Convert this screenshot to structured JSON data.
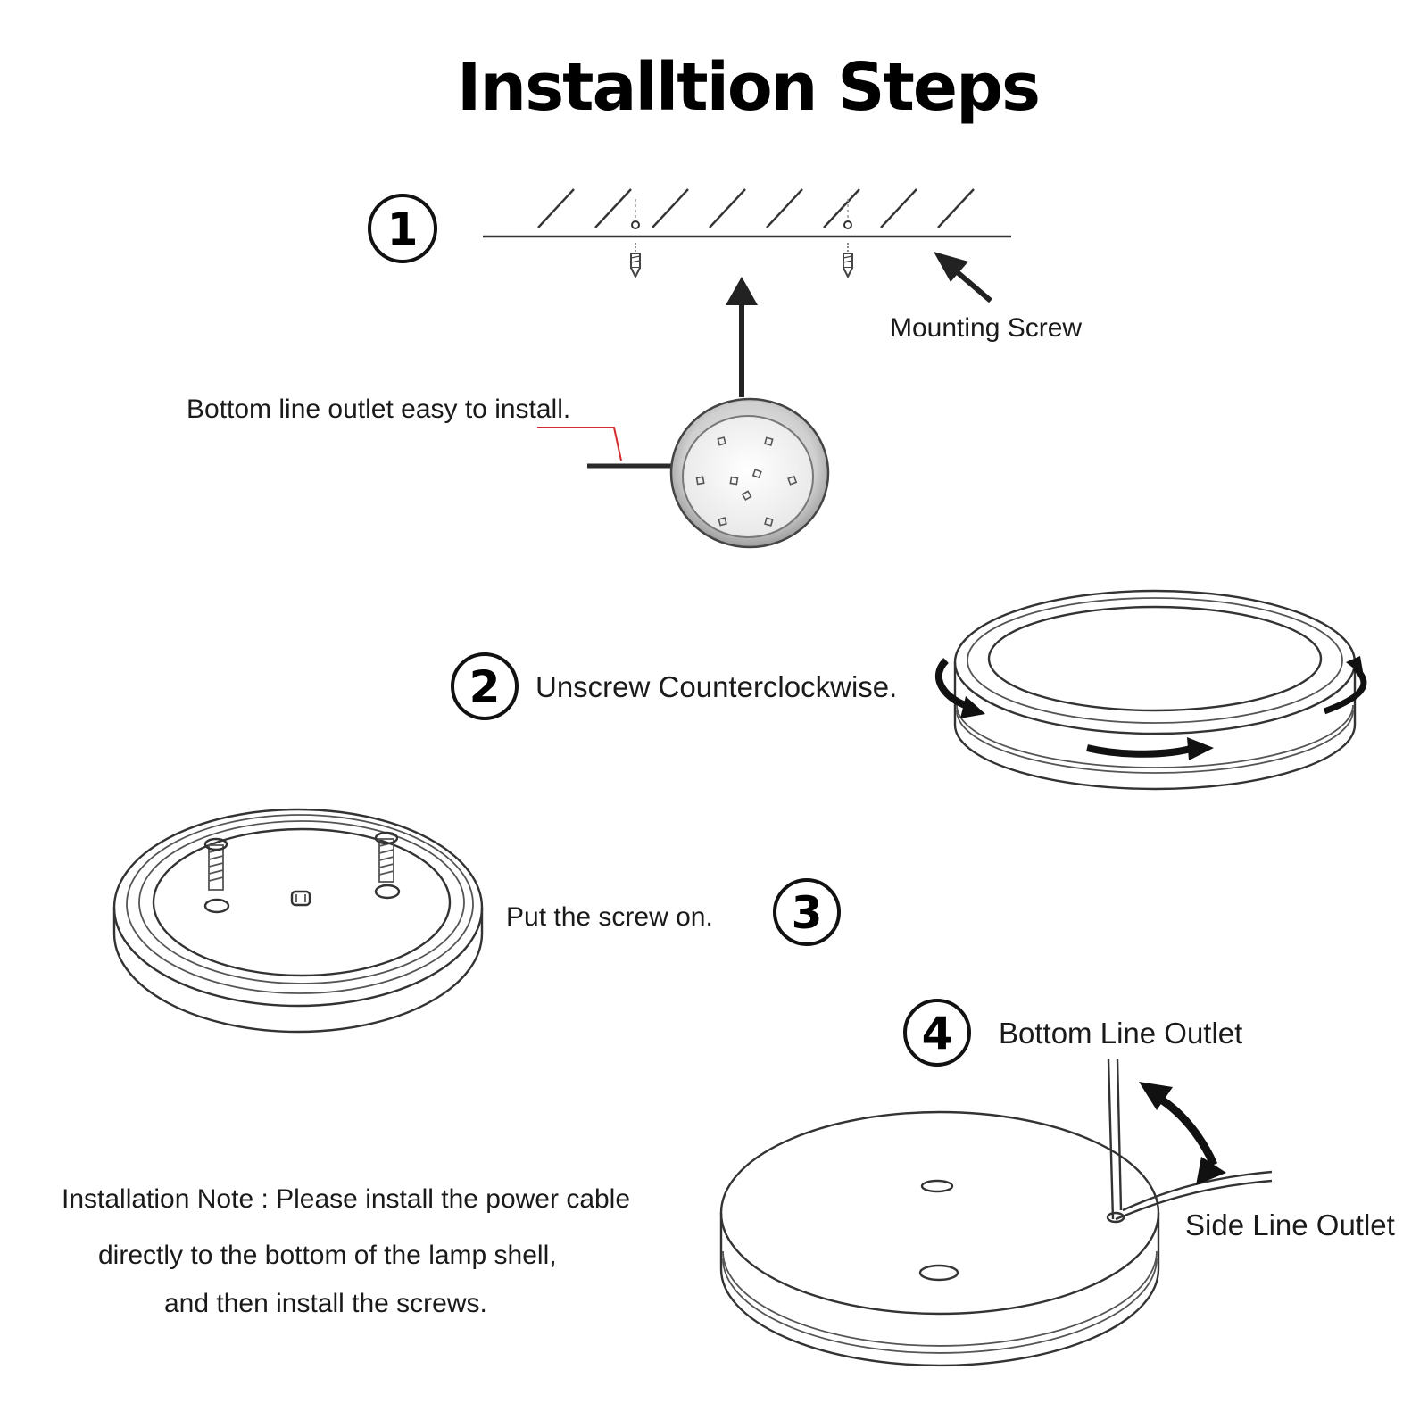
{
  "title": "Installtion Steps",
  "steps": [
    {
      "number": "1"
    },
    {
      "number": "2",
      "text": "Unscrew Counterclockwise."
    },
    {
      "number": "3",
      "text": "Put the screw on."
    },
    {
      "number": "4"
    }
  ],
  "labels": {
    "mounting_screw": "Mounting Screw",
    "bottom_outlet_easy": "Bottom line outlet easy to install.",
    "bottom_line_outlet": "Bottom Line Outlet",
    "side_line_outlet": "Side Line Outlet"
  },
  "note": {
    "line1": "Installation Note : Please install the power cable",
    "line2": "directly to the bottom of the lamp shell,",
    "line3": "and then install the screws."
  },
  "colors": {
    "cable_red": "#d42a2a",
    "line": "#333333"
  }
}
